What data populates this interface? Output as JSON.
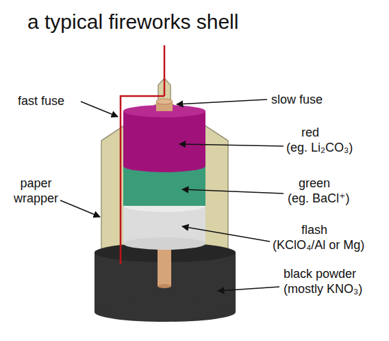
{
  "diagram": {
    "title": "a typical fireworks shell",
    "labels": [
      "fast fuse",
      "slow fuse",
      "red",
      "(eg. Li₂CO₃)",
      "paper wrapper",
      "green",
      "(eg. BaCl⁺)",
      "flash",
      "(KClO₄/Al or Mg)",
      "black powder",
      "(mostly KNO₃)"
    ]
  }
}
